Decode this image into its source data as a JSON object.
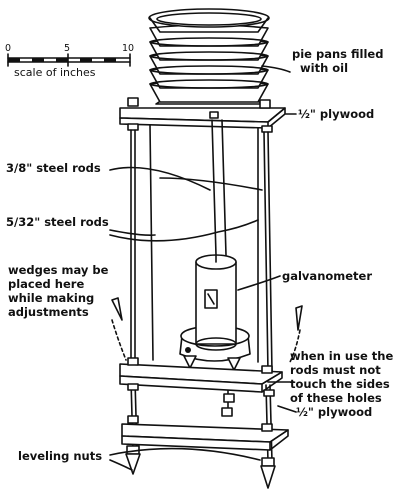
{
  "scale": {
    "ticks": [
      "0",
      "5",
      "10"
    ],
    "caption": "scale of inches"
  },
  "labels": {
    "pie_pans": [
      "pie pans filled",
      "with oil"
    ],
    "plywood_top": "½\" plywood",
    "steel_rods_thick": "3/8\" steel rods",
    "steel_rods_thin": "5/32\" steel rods",
    "galvanometer": "galvanometer",
    "wedges": [
      "wedges may be",
      "placed here",
      "while making",
      "adjustments"
    ],
    "when_in_use": [
      "when in use the",
      "rods must not",
      "touch the sides",
      "of these holes"
    ],
    "plywood_bottom": "½\" plywood",
    "leveling_nuts": "leveling nuts"
  }
}
